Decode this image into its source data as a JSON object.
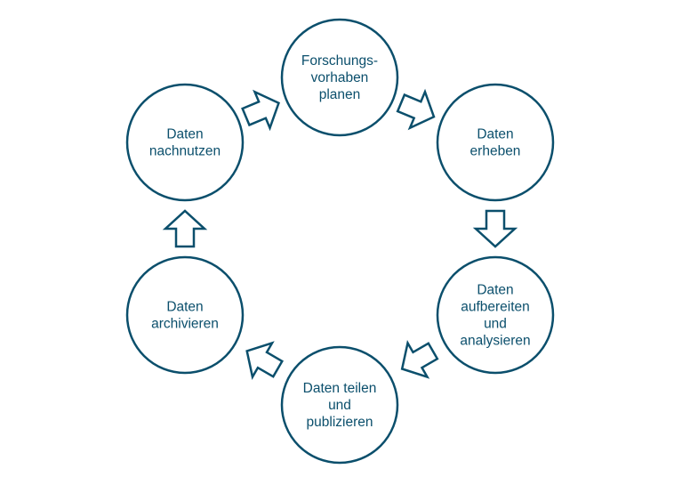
{
  "diagram": {
    "type": "cycle",
    "color": "#0b4f6c",
    "nodes": [
      {
        "id": "plan",
        "lines": [
          "Forschungs-",
          "vorhaben",
          "planen"
        ]
      },
      {
        "id": "collect",
        "lines": [
          "Daten",
          "erheben"
        ]
      },
      {
        "id": "process",
        "lines": [
          "Daten",
          "aufbereiten",
          "und",
          "analysieren"
        ]
      },
      {
        "id": "share",
        "lines": [
          "Daten teilen",
          "und",
          "publizieren"
        ]
      },
      {
        "id": "archive",
        "lines": [
          "Daten",
          "archivieren"
        ]
      },
      {
        "id": "reuse",
        "lines": [
          "Daten",
          "nachnutzen"
        ]
      }
    ],
    "edges": [
      {
        "from": "plan",
        "to": "collect"
      },
      {
        "from": "collect",
        "to": "process"
      },
      {
        "from": "process",
        "to": "share"
      },
      {
        "from": "share",
        "to": "archive"
      },
      {
        "from": "archive",
        "to": "reuse"
      },
      {
        "from": "reuse",
        "to": "plan"
      }
    ]
  }
}
